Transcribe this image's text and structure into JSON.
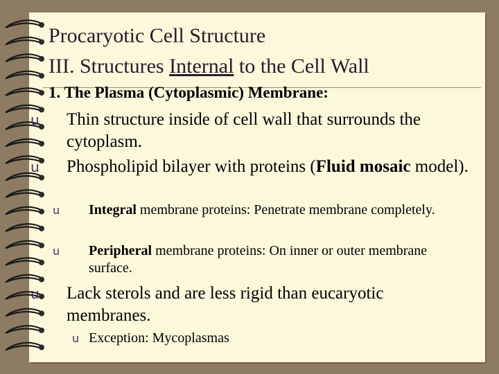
{
  "slide": {
    "title_line1": "Procaryotic Cell Structure",
    "title_line2_pre": "III. Structures ",
    "title_line2_underlined": "Internal",
    "title_line2_post": " to the Cell Wall",
    "section_heading": "1. The Plasma (Cytoplasmic) Membrane:",
    "bullet_glyph": "u",
    "bullets": [
      {
        "text": "Thin structure inside of cell wall that surrounds the cytoplasm."
      },
      {
        "pre": "Phospholipid bilayer with proteins (",
        "bold": "Fluid mosaic",
        "post": " model)."
      },
      {
        "bold": "Integral",
        "post": " membrane proteins: Penetrate membrane completely."
      },
      {
        "bold": "Peripheral",
        "post": " membrane proteins: On inner or outer membrane surface."
      },
      {
        "text": "Lack sterols and are less rigid than eucaryotic membranes."
      },
      {
        "text": "Exception: Mycoplasmas"
      }
    ]
  },
  "colors": {
    "background": "#8e7b63",
    "page": "#fbf8dc",
    "bullet": "#4a2d5a",
    "title": "#2a1a2a"
  }
}
